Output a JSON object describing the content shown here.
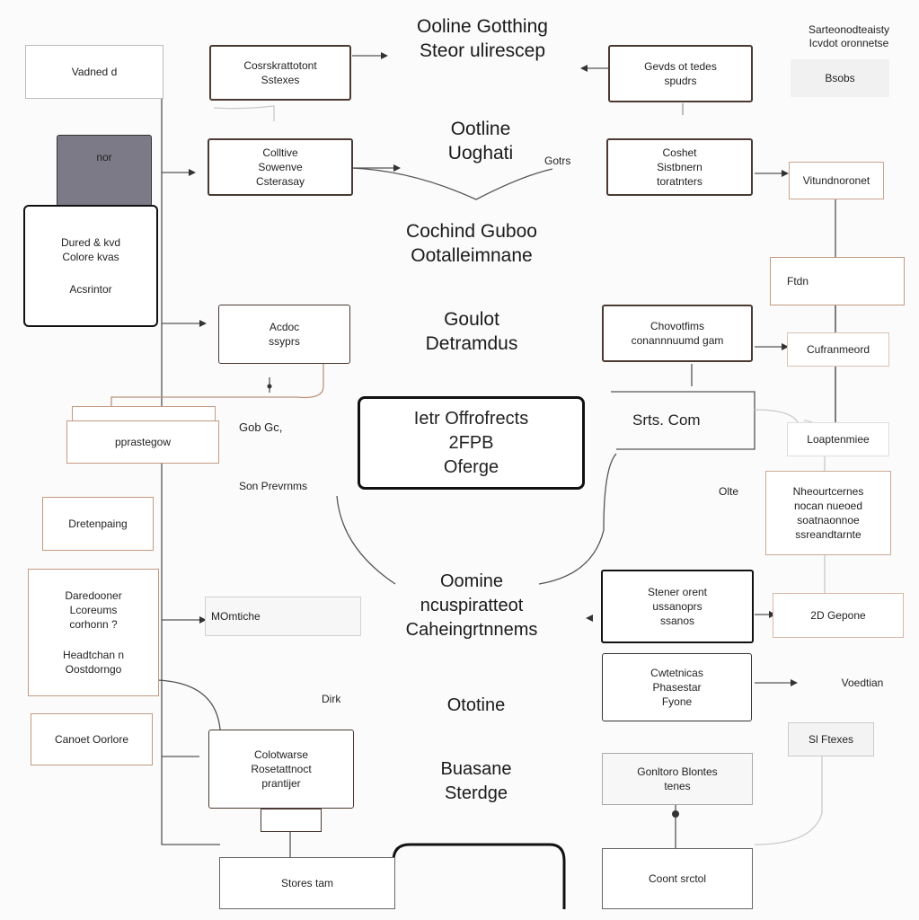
{
  "titles": {
    "top": [
      "Ooline Gotthing",
      "Steor ulirescep"
    ],
    "second": [
      "Ootline",
      "Uoghati"
    ],
    "third": [
      "Cochind Guboo",
      "Ootalleimnane"
    ],
    "fourth": [
      "Goulot",
      "Detramdus"
    ],
    "fifth": [
      "Oomine",
      "ncuspiratteot",
      "Caheingrtnnems"
    ],
    "sixth": [
      "Ototine"
    ],
    "seventh": [
      "Buasane",
      "Sterdge"
    ]
  },
  "center": [
    "Ietr Offrofrects",
    "2FPB",
    "Oferge"
  ],
  "boxes": {
    "l_top": [
      "Vadned d"
    ],
    "l_gray": [
      "nor"
    ],
    "l_big": [
      "Dured & kvd",
      "Colore kvas",
      "",
      "Acsrintor"
    ],
    "l_stack": [
      "pprastegow"
    ],
    "l_tan1": [
      "Dretenpaing"
    ],
    "l_tan2": [
      "Daredooner",
      "Lcoreums",
      "corhonn ?",
      "",
      "Headtchan n",
      "Oostdorngo"
    ],
    "l_tan3": [
      "Canoet Oorlore"
    ],
    "ml1": [
      "Cosrskrattotont",
      "Sstexes"
    ],
    "ml2": [
      "Colltive",
      "Sowenve",
      "Csterasay"
    ],
    "ml3": [
      "Acdoc",
      "ssyprs"
    ],
    "ml_mo": [
      "MOmtiche"
    ],
    "ml_bottom": [
      "Colotwarse",
      "Rosetattnoct",
      "prantijer"
    ],
    "bottom_left": [
      "Stores tam"
    ],
    "mr1": [
      "Gevds ot tedes",
      "spudrs"
    ],
    "mr2": [
      "Coshet",
      "Sistbnern",
      "toratnters"
    ],
    "mr3": [
      "Chovotfims",
      "conannnuumd gam"
    ],
    "mr_mid": [
      "Stener orent",
      "ussanoprs",
      "ssanos"
    ],
    "mr_low": [
      "Cwtetnicas",
      "Phasestar",
      "Fyone"
    ],
    "mr_bottom": [
      "Gonltoro Blontes",
      "tenes"
    ],
    "bottom_right": [
      "Coont srctol"
    ],
    "r_top": [
      "Bsobs"
    ],
    "r_vt": [
      "Vitundnoronet"
    ],
    "r_ftn": [
      "Ftdn"
    ],
    "r_cu": [
      "Cufranmeord"
    ],
    "r_lo": [
      "Loaptenmiee"
    ],
    "r_nh": [
      "Nheourtcernes",
      "nocan nueoed",
      "soatnaonnoe",
      "ssreandtarnte"
    ],
    "r_2d": [
      "2D Gepone"
    ],
    "r_vo": [
      "Voedtian"
    ],
    "r_sf": [
      "Sl Ftexes"
    ]
  },
  "labels": {
    "top_right": [
      "Sarteonodteaisty",
      "Icvdot oronnetse"
    ],
    "gorss": "Gotrs",
    "gocbc": "Gob Gc,",
    "sonp": "Son Prevrnms",
    "srts": "Srts. Com",
    "ote": "Olte",
    "dirk": "Dirk"
  }
}
